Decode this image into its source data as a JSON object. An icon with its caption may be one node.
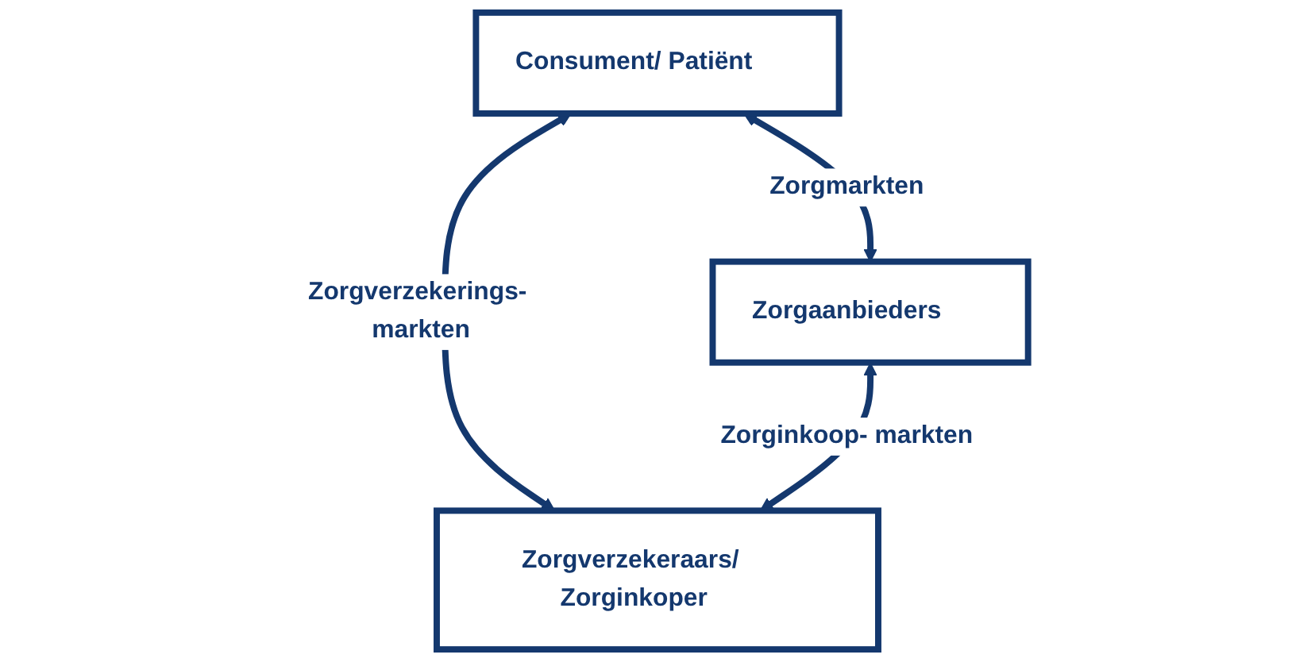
{
  "diagram": {
    "nodes": [
      {
        "text": [
          "Consument/ Patiënt"
        ]
      },
      {
        "text": [
          "Zorgaanbieders"
        ]
      },
      {
        "text": [
          "Zorgverzekeraars/ Zorginkoper"
        ]
      }
    ],
    "edges": [
      {
        "from": 0,
        "to": 1,
        "arrow": "both",
        "label": "Zorgmarkten"
      },
      {
        "from": 0,
        "to": 2,
        "arrow": "both",
        "label": "Zorgverzekerings- markten"
      },
      {
        "from": 1,
        "to": 2,
        "arrow": "both",
        "label": "Zorginkoop- markten"
      }
    ]
  }
}
